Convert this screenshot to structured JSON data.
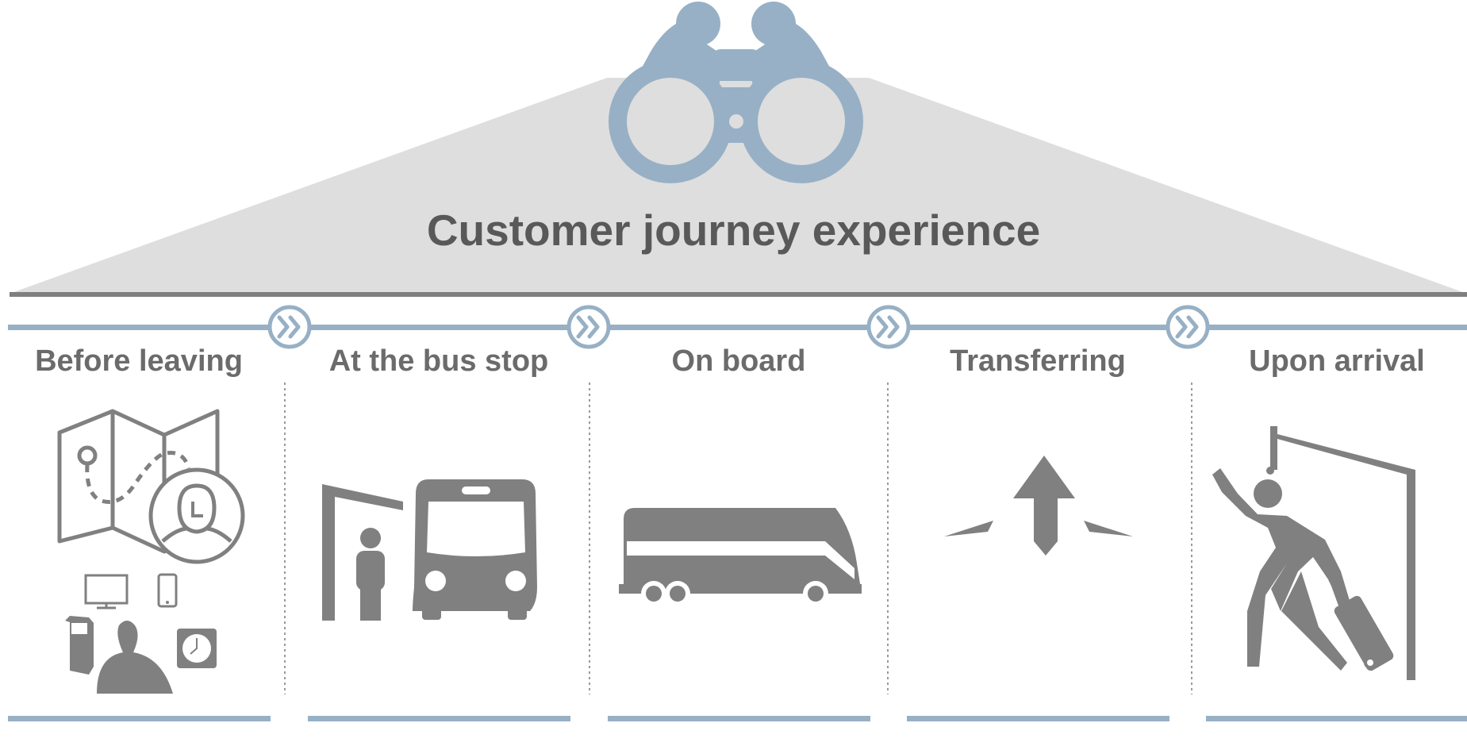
{
  "title": "Customer journey experience",
  "stages": [
    {
      "label": "Before leaving"
    },
    {
      "label": "At the bus stop"
    },
    {
      "label": "On board"
    },
    {
      "label": "Transferring"
    },
    {
      "label": "Upon arrival"
    }
  ],
  "colors": {
    "roof": "#dedede",
    "accent": "#97b0c5",
    "icon": "#808080",
    "text": "#595959",
    "divider": "#9a9a9a"
  },
  "icons": [
    "binoculars-icon",
    "map-icon",
    "devices-icon",
    "bus-stop-icon",
    "bus-front-icon",
    "coach-icon",
    "direction-arrows-icon",
    "exit-door-icon"
  ]
}
